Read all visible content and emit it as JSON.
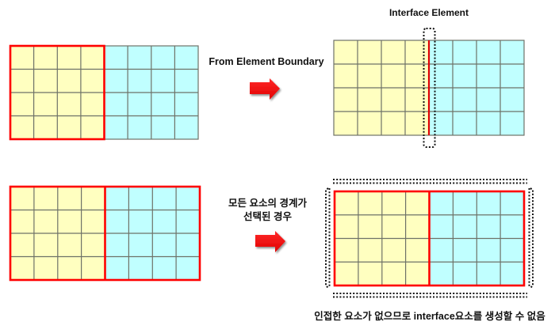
{
  "colors": {
    "yellow_fill": "#FFFFC0",
    "cyan_fill": "#C0FFFF",
    "grid_line": "#6E7268",
    "boundary_red": "#FF0000",
    "dot": "#111111"
  },
  "top_row": {
    "arrow_label": "From Element Boundary",
    "result_title": "Interface Element",
    "left_mesh": {
      "cols": 8,
      "rows": 4,
      "selected_cols": 4,
      "selection": "left-half-boundary"
    },
    "right_mesh": {
      "cols": 8,
      "rows": 4,
      "interface": "vertical-line-between-col-4-and-5"
    }
  },
  "bottom_row": {
    "arrow_label_line1": "모든 요소의 경계가",
    "arrow_label_line2": "선택된 경우",
    "left_mesh": {
      "cols": 8,
      "rows": 4,
      "selection": "all-element-boundaries"
    },
    "right_mesh": {
      "cols": 8,
      "rows": 4,
      "highlight": "dotted-outline-around-whole-mesh"
    },
    "caption": "인접한 요소가 없으므로 interface요소를 생성할 수 없음"
  },
  "icons": {
    "arrow_top": "right-arrow",
    "arrow_bottom": "right-arrow"
  }
}
